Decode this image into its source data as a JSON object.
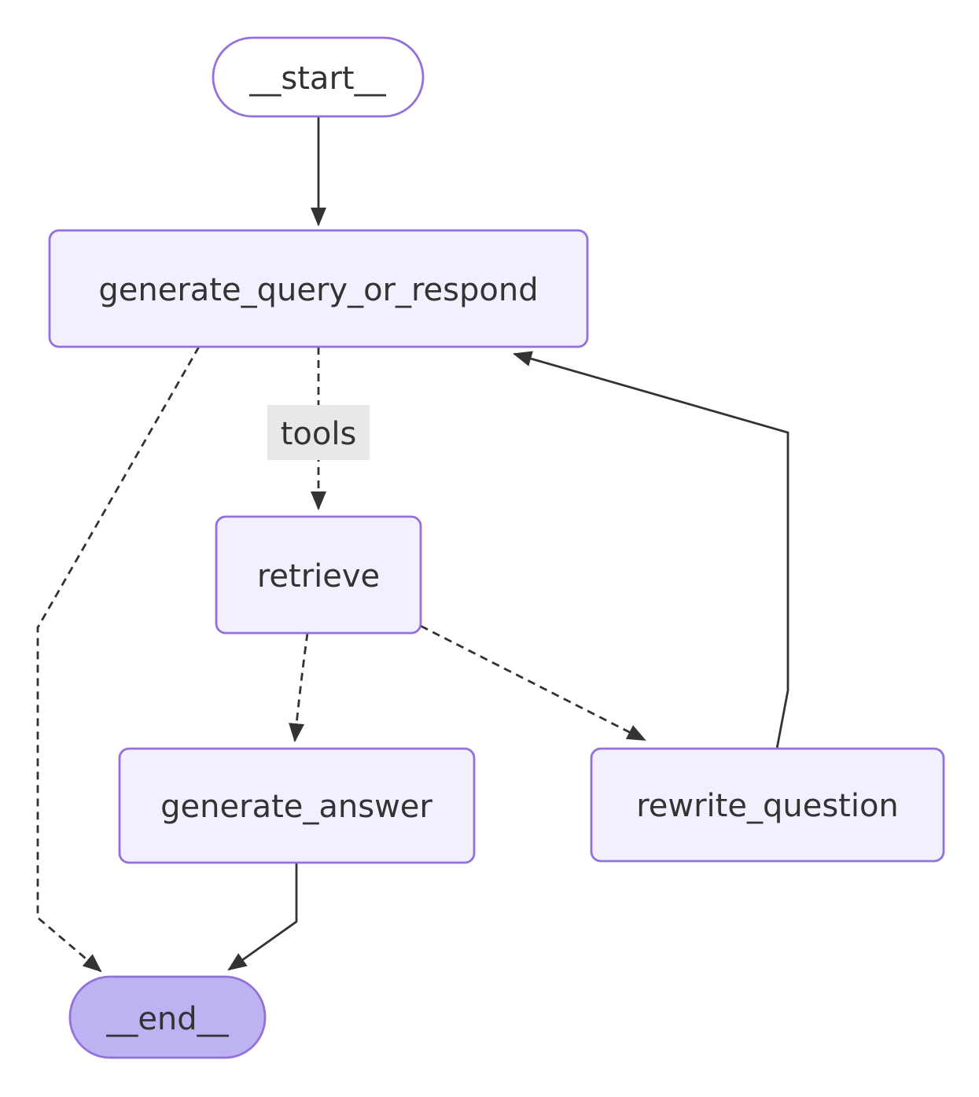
{
  "diagram": {
    "type": "flowchart",
    "direction": "top-down",
    "nodes": [
      {
        "id": "__start__",
        "label": "__start__",
        "shape": "stadium"
      },
      {
        "id": "generate_query_or_respond",
        "label": "generate_query_or_respond",
        "shape": "rect"
      },
      {
        "id": "retrieve",
        "label": "retrieve",
        "shape": "rect"
      },
      {
        "id": "generate_answer",
        "label": "generate_answer",
        "shape": "rect"
      },
      {
        "id": "rewrite_question",
        "label": "rewrite_question",
        "shape": "rect"
      },
      {
        "id": "__end__",
        "label": "__end__",
        "shape": "stadium"
      }
    ],
    "edges": [
      {
        "from": "__start__",
        "to": "generate_query_or_respond",
        "style": "solid",
        "label": ""
      },
      {
        "from": "generate_query_or_respond",
        "to": "retrieve",
        "style": "dashed",
        "label": "tools"
      },
      {
        "from": "generate_query_or_respond",
        "to": "__end__",
        "style": "dashed",
        "label": ""
      },
      {
        "from": "retrieve",
        "to": "generate_answer",
        "style": "dashed",
        "label": ""
      },
      {
        "from": "retrieve",
        "to": "rewrite_question",
        "style": "dashed",
        "label": ""
      },
      {
        "from": "rewrite_question",
        "to": "generate_query_or_respond",
        "style": "solid",
        "label": ""
      },
      {
        "from": "generate_answer",
        "to": "__end__",
        "style": "solid",
        "label": ""
      }
    ],
    "colors": {
      "node_fill": "#f2f0fc",
      "node_border": "#9370db",
      "start_fill": "#ffffff",
      "end_fill": "#bdb3f2",
      "edge": "#333333",
      "text": "#333333",
      "edge_label_bg": "#e8e8e8",
      "background": "#ffffff"
    }
  }
}
